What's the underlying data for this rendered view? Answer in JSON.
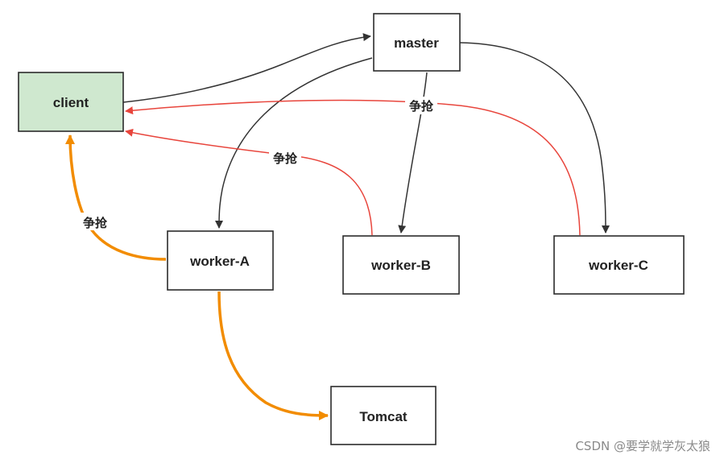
{
  "nodes": {
    "client": {
      "label": "client",
      "fill": "#cfe8cf"
    },
    "master": {
      "label": "master",
      "fill": "#ffffff"
    },
    "worker_a": {
      "label": "worker-A",
      "fill": "#ffffff"
    },
    "worker_b": {
      "label": "worker-B",
      "fill": "#ffffff"
    },
    "worker_c": {
      "label": "worker-C",
      "fill": "#ffffff"
    },
    "tomcat": {
      "label": "Tomcat",
      "fill": "#ffffff"
    }
  },
  "edge_labels": {
    "compete_c_client": "争抢",
    "compete_b_client": "争抢",
    "compete_a_client": "争抢"
  },
  "edges": [
    {
      "from": "client",
      "to": "master",
      "color": "#333333"
    },
    {
      "from": "master",
      "to": "worker-A",
      "color": "#333333"
    },
    {
      "from": "master",
      "to": "worker-B",
      "color": "#333333"
    },
    {
      "from": "master",
      "to": "worker-C",
      "color": "#333333"
    },
    {
      "from": "worker-C",
      "to": "client",
      "color": "#e8453c",
      "label": "争抢"
    },
    {
      "from": "worker-B",
      "to": "client",
      "color": "#e8453c",
      "label": "争抢"
    },
    {
      "from": "worker-A",
      "to": "client",
      "color": "#f28c00",
      "label": "争抢"
    },
    {
      "from": "worker-A",
      "to": "Tomcat",
      "color": "#f28c00"
    }
  ],
  "colors": {
    "dark_edge": "#333333",
    "red_edge": "#e8453c",
    "orange_edge": "#f28c00",
    "client_fill": "#cfe8cf"
  },
  "watermark": "CSDN @要学就学灰太狼"
}
